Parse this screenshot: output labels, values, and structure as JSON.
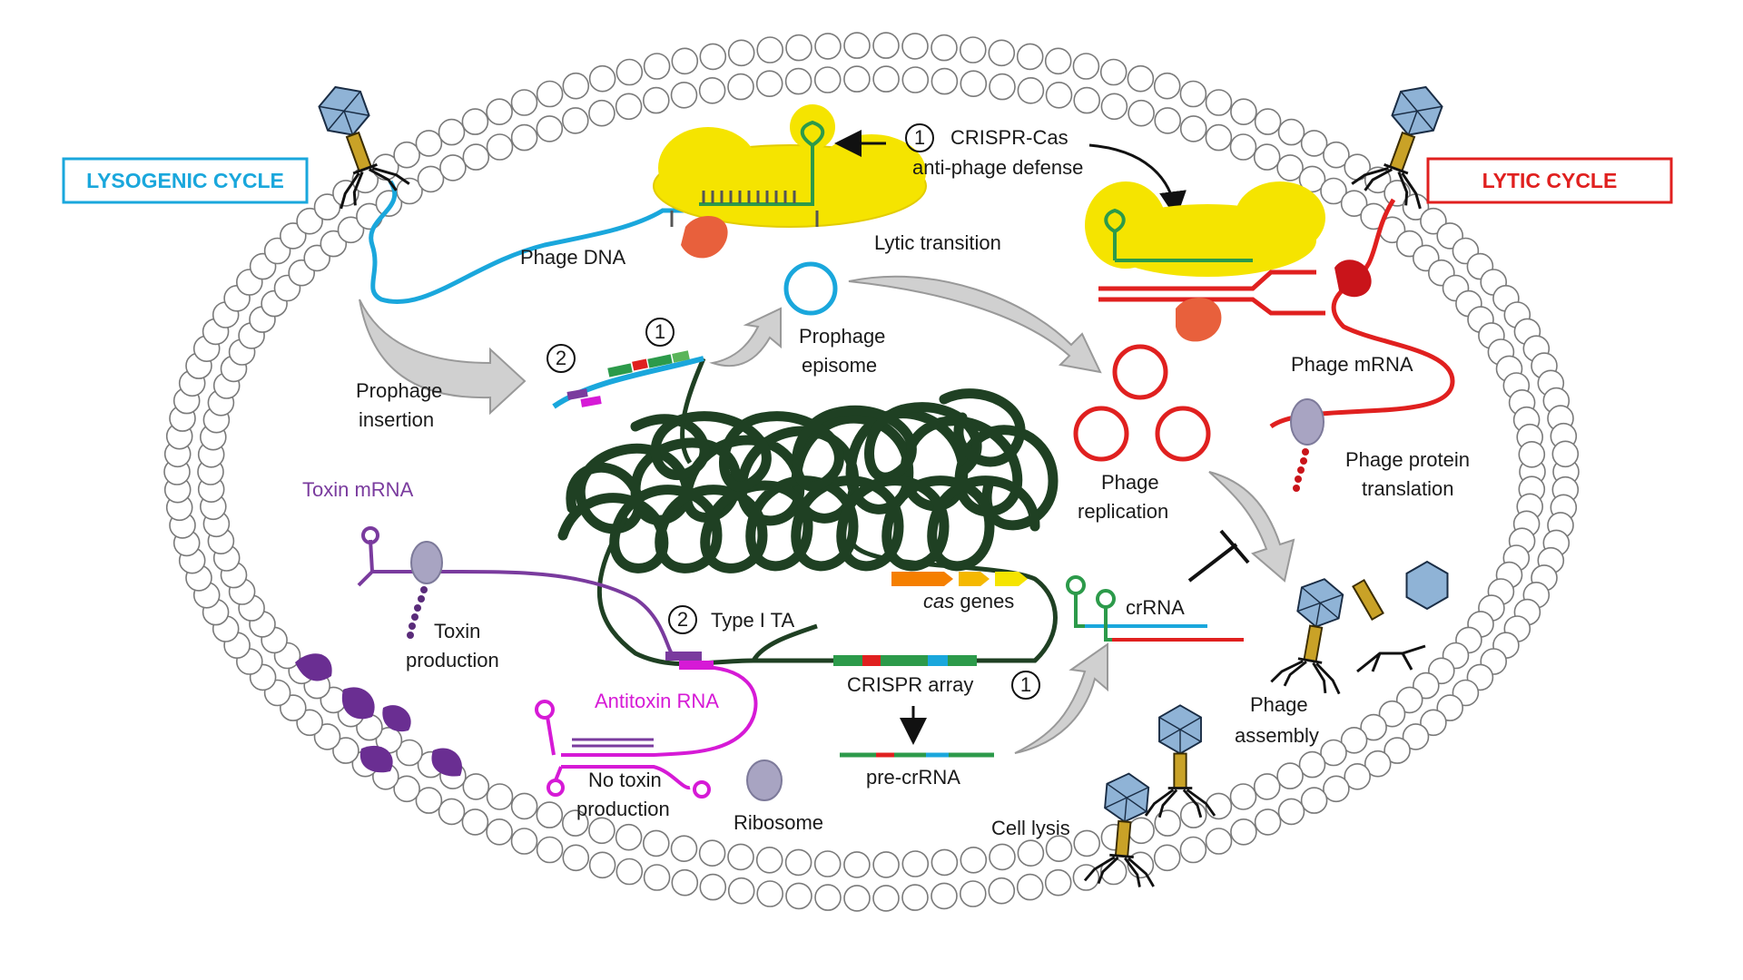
{
  "colors": {
    "lysogenic": "#1aa7dc",
    "lytic": "#e0201f",
    "chromosome": "#1f4023",
    "toxin": "#7a3b9e",
    "antitoxin": "#d61ad6",
    "cas_protein": "#f5e400",
    "cas_enzyme": "#e8603c",
    "ribosome": "#a8a4c2",
    "phage_head": "#8fb3d6",
    "phage_tail": "#c9a227",
    "arrow_grey": "#d0d0d0"
  },
  "cycles": {
    "lysogenic": "LYSOGENIC CYCLE",
    "lytic": "LYTIC CYCLE"
  },
  "labels": {
    "crispr_defense_num": "1",
    "crispr_defense_l1": "CRISPR-Cas",
    "crispr_defense_l2": "anti-phage defense",
    "phage_dna": "Phage DNA",
    "lytic_transition": "Lytic transition",
    "prophage_episome_num": "1",
    "prophage_episome_l1": "Prophage",
    "prophage_episome_l2": "episome",
    "prophage_insertion_num": "2",
    "prophage_insertion_l1": "Prophage",
    "prophage_insertion_l2": "insertion",
    "phage_mrna": "Phage mRNA",
    "phage_protein_l1": "Phage protein",
    "phage_protein_l2": "translation",
    "phage_replication_l1": "Phage",
    "phage_replication_l2": "replication",
    "toxin_mrna": "Toxin mRNA",
    "toxin_production_l1": "Toxin",
    "toxin_production_l2": "production",
    "cas_genes_italic": "cas",
    "cas_genes_rest": " genes",
    "crrna": "crRNA",
    "type_ta_num": "2",
    "type_ta": "Type I TA",
    "crispr_array": "CRISPR array",
    "crispr_num": "1",
    "antitoxin_rna": "Antitoxin RNA",
    "no_toxin_l1": "No toxin",
    "no_toxin_l2": "production",
    "ribosome": "Ribosome",
    "pre_crrna": "pre-crRNA",
    "phage_assembly_l1": "Phage",
    "phage_assembly_l2": "assembly",
    "cell_lysis": "Cell lysis"
  }
}
